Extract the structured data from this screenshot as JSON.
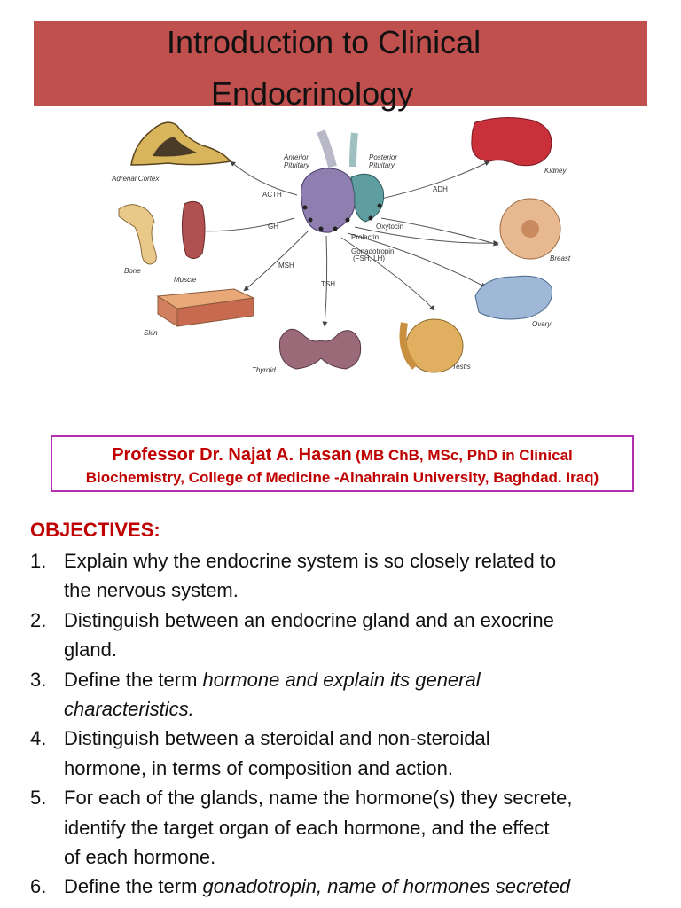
{
  "title": {
    "line1": "Introduction to Clinical",
    "line2": "Endocrinology"
  },
  "diagram": {
    "labels": {
      "adrenal_cortex": "Adrenal Cortex",
      "anterior_pituitary_1": "Anterior",
      "anterior_pituitary_2": "Pituitary",
      "posterior_pituitary_1": "Posterior",
      "posterior_pituitary_2": "Pituitary",
      "kidney": "Kidney",
      "bone": "Bone",
      "muscle": "Muscle",
      "breast": "Breast",
      "skin": "Skin",
      "ovary": "Ovary",
      "thyroid": "Thyroid",
      "testis": "Testis"
    },
    "hormones": {
      "acth": "ACTH",
      "adh": "ADH",
      "gh": "GH",
      "oxytocin": "Oxytocin",
      "prolactin": "Prolactin",
      "gonadotropin_1": "Gonadotropin",
      "gonadotropin_2": "(FSH, LH)",
      "msh": "MSH",
      "tsh": "TSH"
    },
    "colors": {
      "anterior": "#8f7fb0",
      "posterior": "#5f9ea0",
      "kidney": "#c9303a",
      "adrenal": "#d8b45a",
      "muscle": "#b05050",
      "skin": "#d89a6a",
      "ovary": "#9fb8d8",
      "thyroid": "#9a6a78",
      "testis": "#e0b060",
      "breast": "#e8b890"
    }
  },
  "author": {
    "name": "Professor Dr. Najat A. Hasan",
    "credentials": "(MB ChB, MSc, PhD in Clinical",
    "affiliation": "Biochemistry, College of Medicine -Alnahrain University, Baghdad. Iraq)"
  },
  "objectives": {
    "heading": "OBJECTIVES:",
    "items": [
      {
        "num": "1.",
        "line1": "Explain why the endocrine system is so closely related to",
        "line2": "the nervous system."
      },
      {
        "num": "2.",
        "line1": "Distinguish between an endocrine gland and an exocrine",
        "line2": "gland."
      },
      {
        "num": "3.",
        "line1_plain": "Define the term ",
        "line1_italic": "hormone and explain its general",
        "line2_italic": "characteristics."
      },
      {
        "num": "4.",
        "line1": "Distinguish between a steroidal and non-steroidal",
        "line2": "hormone, in terms of composition and action."
      },
      {
        "num": "5.",
        "line1": "For each of the glands, name the hormone(s) they secrete,",
        "line2": "identify the target organ of each hormone, and the effect",
        "line3": "of each hormone."
      },
      {
        "num": "6.",
        "line1_plain": "Define the term ",
        "line1_italic": "gonadotropin, name of hormones secreted"
      }
    ]
  }
}
